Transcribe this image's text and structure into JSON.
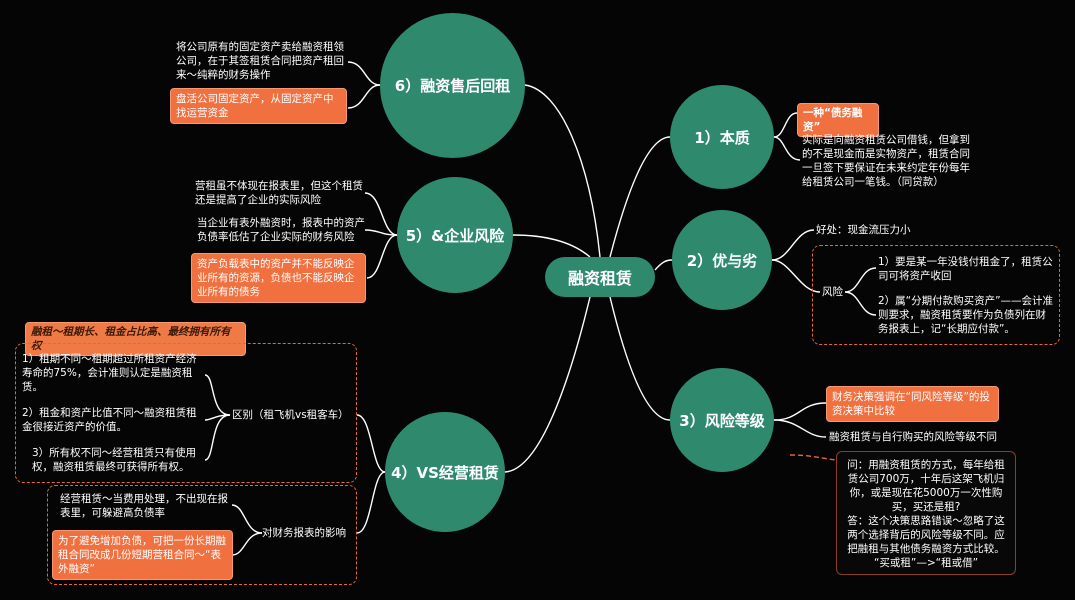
{
  "center": "融资租赁",
  "branches": {
    "b1": {
      "label": "1）本质",
      "tag": "一种“债务融资”",
      "text": "实际是向融资租赁公司借钱，但拿到的不是现金而是实物资产，租赁合同一旦签下要保证在未来约定年份每年给租赁公司一笔钱。（同贷款）"
    },
    "b2": {
      "label": "2）优与劣",
      "benefit": "好处：现金流压力小",
      "risk": "风险",
      "risk_items": [
        "1）要是某一年没钱付租金了，租赁公司可将资产收回",
        "2）属“分期付款购买资产”——会计准则要求，融资租赁要作为负债列在财务报表上，记“长期应付款”。"
      ]
    },
    "b3": {
      "label": "3）风险等级",
      "tag": "财务决策强调在“同风险等级”的投资决策中比较",
      "text": "融资租赁与自行购买的风险等级不同",
      "qa": [
        "问：用融资租赁的方式，每年给租赁公司700万，十年后这架飞机归你，或是现在花5000万一次性购买，买还是租?",
        "答：这个决策思路错误～忽略了这两个选择背后的风险等级不同。应把融租与其他债务融资方式比较。",
        "“买或租”—>“租或借”"
      ]
    },
    "b4": {
      "label": "4）VS经营租赁",
      "tag": "融租～租期长、租金占比高、最终拥有所有权",
      "diff": "区别（租飞机vs租客车）",
      "diff_items": [
        "1）租期不同～租期超过所租资产经济寿命的75%，会计准则认定是融资租赁。",
        "2）租金和资产比值不同～融资租赁租金很接近资产的价值。",
        "3）所有权不同～经营租赁只有使用权，融资租赁最终可获得所有权。"
      ],
      "impact": "对财务报表的影响",
      "impact_text": "经营租赁～当费用处理，不出现在报表里，可躲避高负债率",
      "impact_tag": "为了避免增加负债，可把一份长期融租合同改成几份短期营租合同～“表外融资”"
    },
    "b5": {
      "label": "5）&企业风险",
      "items": [
        "营租虽不体现在报表里，但这个租赁还是提高了企业的实际风险",
        "当企业有表外融资时，报表中的资产负债率低估了企业实际的财务风险"
      ],
      "tag": "资产负载表中的资产并不能反映企业所有的资源，负债也不能反映企业所有的债务"
    },
    "b6": {
      "label": "6）融资售后回租",
      "text": "将公司原有的固定资产卖给融资租领公司，在于其签租赁合同把资产租回来～纯粹的财务操作",
      "tag": "盘活公司固定资产，从固定资产中找运营资金"
    }
  },
  "colors": {
    "node": "#2f8a6d",
    "accent": "#f07040",
    "dash": "#e8692e"
  }
}
